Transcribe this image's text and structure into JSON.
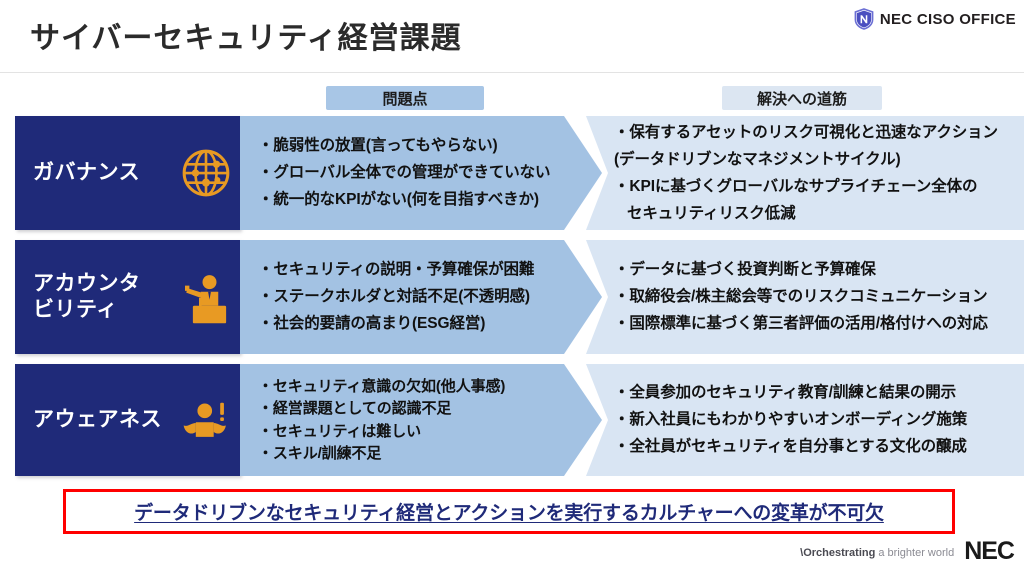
{
  "header": {
    "title": "サイバーセキュリティ経営課題",
    "brand_text": "NEC CISO OFFICE",
    "brand_icon": "nec-shield-logo-icon"
  },
  "columns": {
    "problem_label": "問題点",
    "solution_label": "解決への道筋"
  },
  "colors": {
    "navy": "#1f2a79",
    "problem_blue": "#a3c2e3",
    "solution_blue": "#d9e5f3",
    "header_problem_blue": "#a8c6e6",
    "header_solution_blue": "#dce6f2",
    "icon_orange": "#e89a23",
    "alert_red": "#ff0000",
    "title_gray": "#2b2b2b"
  },
  "rows": [
    {
      "category": "ガバナンス",
      "icon": "globe-network-icon",
      "problems": [
        "・脆弱性の放置(言ってもやらない)",
        "・グローバル全体での管理ができていない",
        "・統一的なKPIがない(何を目指すべきか)"
      ],
      "solutions": [
        "・保有するアセットのリスク可視化と迅速なアクション",
        "(データドリブンなマネジメントサイクル)",
        "・KPIに基づくグローバルなサプライチェーン全体の",
        "セキュリティリスク低減"
      ]
    },
    {
      "category": "アカウンタ\nビリティ",
      "category_line1": "アカウンタ",
      "category_line2": "ビリティ",
      "icon": "podium-speaker-icon",
      "problems": [
        "・セキュリティの説明・予算確保が困難",
        "・ステークホルダと対話不足(不透明感)",
        "・社会的要請の高まり(ESG経営)"
      ],
      "solutions": [
        "・データに基づく投資判断と予算確保",
        "・取締役会/株主総会等でのリスクコミュニケーション",
        "・国際標準に基づく第三者評価の活用/格付けへの対応"
      ]
    },
    {
      "category": "アウェアネス",
      "icon": "shrugging-person-alert-icon",
      "problems": [
        "・セキュリティ意識の欠如(他人事感)",
        "・経営課題としての認識不足",
        "・セキュリティは難しい",
        "・スキル/訓練不足"
      ],
      "solutions": [
        "・全員参加のセキュリティ教育/訓練と結果の開示",
        "・新入社員にもわかりやすいオンボーディング施策",
        "・全社員がセキュリティを自分事とする文化の醸成"
      ]
    }
  ],
  "conclusion": {
    "text": "データドリブンなセキュリティ経営とアクションを実行するカルチャーへの変革が不可欠"
  },
  "footer": {
    "tagline_bold": "\\Orchestrating",
    "tagline_rest": " a brighter world",
    "wordmark": "NEC"
  }
}
